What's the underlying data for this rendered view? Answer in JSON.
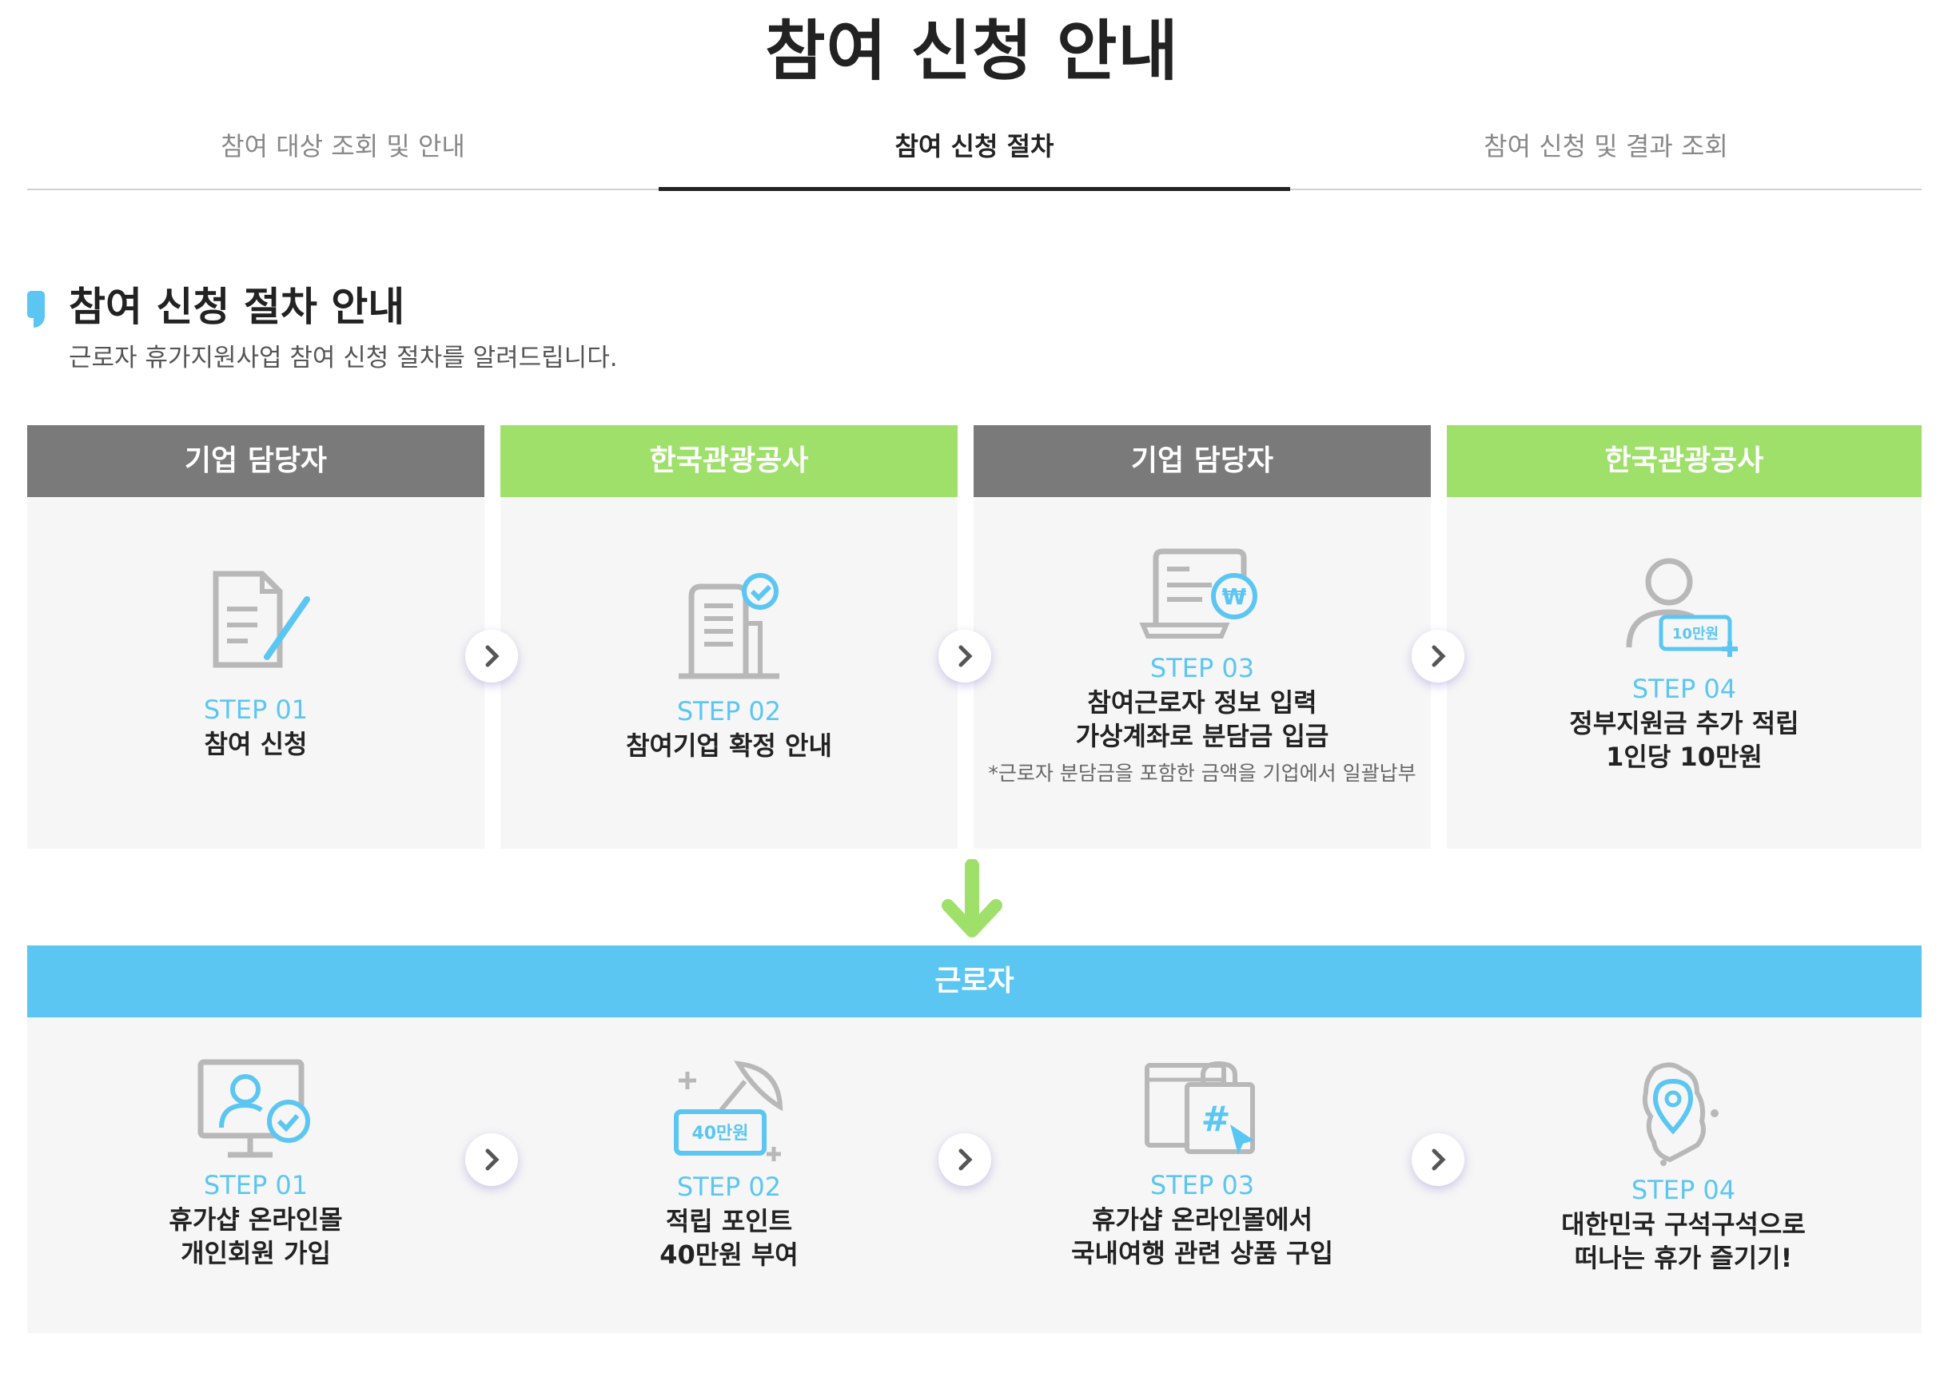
{
  "page_title": "참여 신청 안내",
  "tabs": [
    {
      "label": "참여 대상 조회 및 안내",
      "active": false
    },
    {
      "label": "참여 신청 절차",
      "active": true
    },
    {
      "label": "참여 신청 및 결과 조회",
      "active": false
    }
  ],
  "section": {
    "title": "참여 신청 절차 안내",
    "desc": "근로자 휴가지원사업 참여 신청 절차를 알려드립니다."
  },
  "colors": {
    "gray_head": "#7a7a7a",
    "green_head": "#9fe06a",
    "accent_blue": "#5bc6f2",
    "card_bg": "#f6f6f6"
  },
  "company_steps": [
    {
      "header": "기업 담당자",
      "step": "STEP 01",
      "title": [
        "참여 신청"
      ],
      "icon": "document-edit-icon"
    },
    {
      "header": "한국관광공사",
      "step": "STEP 02",
      "title": [
        "참여기업 확정 안내"
      ],
      "icon": "building-check-icon"
    },
    {
      "header": "기업 담당자",
      "step": "STEP 03",
      "title": [
        "참여근로자 정보 입력",
        "가상계좌로 분담금 입금"
      ],
      "note": "*근로자 분담금을 포함한 금액을 기업에서 일괄납부",
      "icon": "laptop-won-icon"
    },
    {
      "header": "한국관광공사",
      "step": "STEP 04",
      "title": [
        "정부지원금 추가 적립",
        "1인당 10만원"
      ],
      "icon": "person-money-icon",
      "badge": "10만원"
    }
  ],
  "worker": {
    "header": "근로자",
    "steps": [
      {
        "step": "STEP 01",
        "title": [
          "휴가샵 온라인몰",
          "개인회원 가입"
        ],
        "icon": "monitor-user-check-icon"
      },
      {
        "step": "STEP 02",
        "title": [
          "적립 포인트",
          "40만원 부여"
        ],
        "icon": "umbrella-points-icon",
        "badge": "40만원"
      },
      {
        "step": "STEP 03",
        "title": [
          "휴가샵 온라인몰에서",
          "국내여행 관련 상품 구입"
        ],
        "icon": "shopping-bag-cursor-icon"
      },
      {
        "step": "STEP 04",
        "title": [
          "대한민국 구석구석으로",
          "떠나는 휴가 즐기기!"
        ],
        "icon": "korea-map-pin-icon"
      }
    ]
  }
}
